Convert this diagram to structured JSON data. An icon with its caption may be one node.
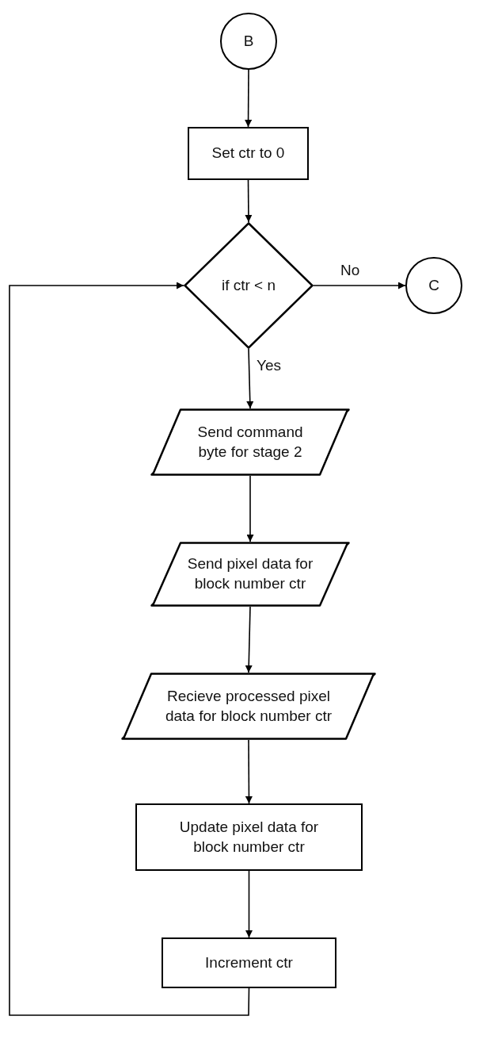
{
  "diagram": {
    "nodes": [
      {
        "text": [
          "B"
        ]
      },
      {
        "text": [
          "Set ctr to 0"
        ]
      },
      {
        "text": [
          "if ctr < n"
        ]
      },
      {
        "text": [
          "C"
        ]
      },
      {
        "text": [
          "Send command byte for stage 2"
        ]
      },
      {
        "text": [
          "Send pixel data for block number ctr"
        ]
      },
      {
        "text": [
          "Recieve processed pixel data for block number ctr"
        ]
      },
      {
        "text": [
          "Update pixel data for block number ctr"
        ]
      },
      {
        "text": [
          "Increment ctr"
        ]
      }
    ],
    "edges": [
      {
        "from": 0,
        "to": 1,
        "arrow": "to"
      },
      {
        "from": 1,
        "to": 2,
        "arrow": "to"
      },
      {
        "from": 2,
        "to": 3,
        "arrow": "to",
        "label": "No"
      },
      {
        "from": 2,
        "to": 4,
        "arrow": "to",
        "label": "Yes"
      },
      {
        "from": 4,
        "to": 5,
        "arrow": "to"
      },
      {
        "from": 5,
        "to": 6,
        "arrow": "to"
      },
      {
        "from": 6,
        "to": 7,
        "arrow": "to"
      },
      {
        "from": 7,
        "to": 8,
        "arrow": "to"
      },
      {
        "from": 8,
        "to": 2,
        "arrow": "to"
      }
    ]
  }
}
